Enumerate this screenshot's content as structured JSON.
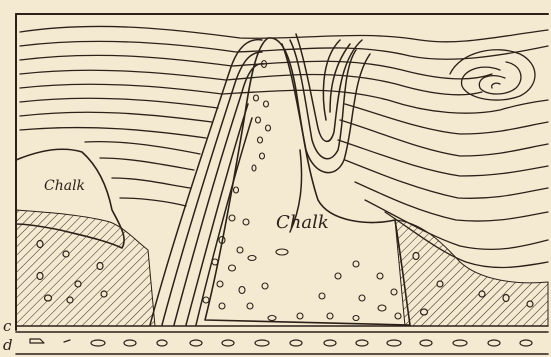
{
  "figure": {
    "labels": {
      "chalk_left": "Chalk",
      "chalk_center": "Chalk",
      "bed_c": "c",
      "bed_d": "d"
    },
    "colors": {
      "paper": "#f3ead1",
      "ink": "#2b2118"
    }
  }
}
